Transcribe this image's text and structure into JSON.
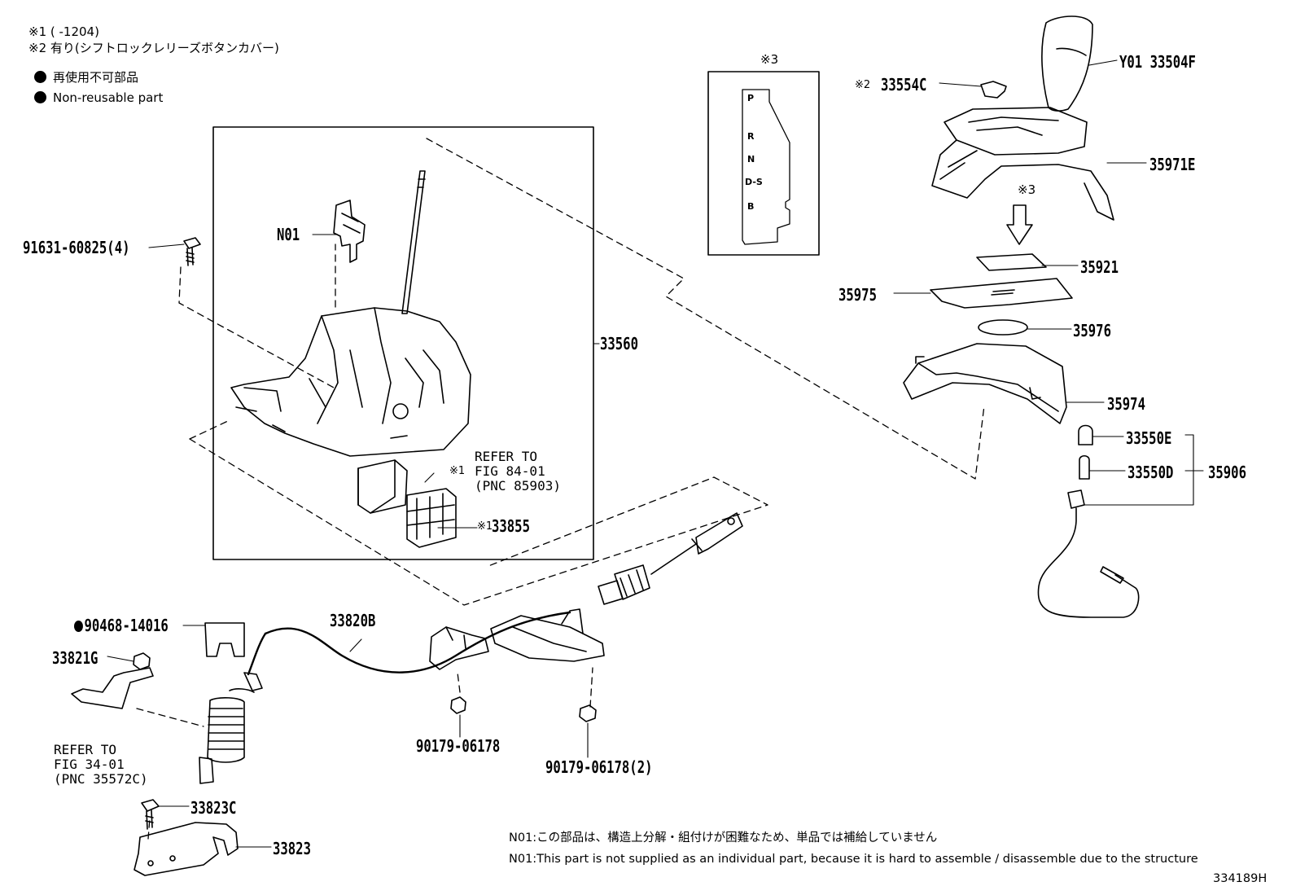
{
  "header_notes": {
    "note1": "※1 (     -1204)",
    "note2": "※2 有り(シフトロックレリーズボタンカバー)"
  },
  "legend": {
    "jp": "再使用不可部品",
    "en": "Non-reusable part"
  },
  "gate_detail": {
    "title": "※3",
    "positions": [
      "P",
      "R",
      "N",
      "D-S",
      "B"
    ]
  },
  "arrow_label": "※3",
  "parts": {
    "p_91631": "91631-60825(4)",
    "p_N01": "N01",
    "p_33560": "33560",
    "p_33855_mark": "※1",
    "p_33855": "33855",
    "p_85903_mark": "※1",
    "p_90468": "90468-14016",
    "p_33821G": "33821G",
    "p_33820B": "33820B",
    "p_90179_a": "90179-06178",
    "p_90179_b": "90179-06178(2)",
    "p_33823C": "33823C",
    "p_33823": "33823",
    "p_33554C_mark": "※2",
    "p_33554C": "33554C",
    "p_33504F": "Y01 33504F",
    "p_35971E": "35971E",
    "p_35921": "35921",
    "p_35975": "35975",
    "p_35976": "35976",
    "p_35974": "35974",
    "p_33550E": "33550E",
    "p_33550D": "33550D",
    "p_35906": "35906"
  },
  "refs": {
    "fig84": [
      "REFER TO",
      "FIG 84-01",
      "(PNC 85903)"
    ],
    "fig34": [
      "REFER TO",
      "FIG 34-01",
      "(PNC 35572C)"
    ]
  },
  "footer": {
    "n01_jp": "N01:この部品は、構造上分解・組付けが困難なため、単品では補給していません",
    "n01_en": "N01:This part is not supplied as an individual part, because it is hard to assemble / disassemble due to the structure",
    "illustration_no": "334189H"
  }
}
